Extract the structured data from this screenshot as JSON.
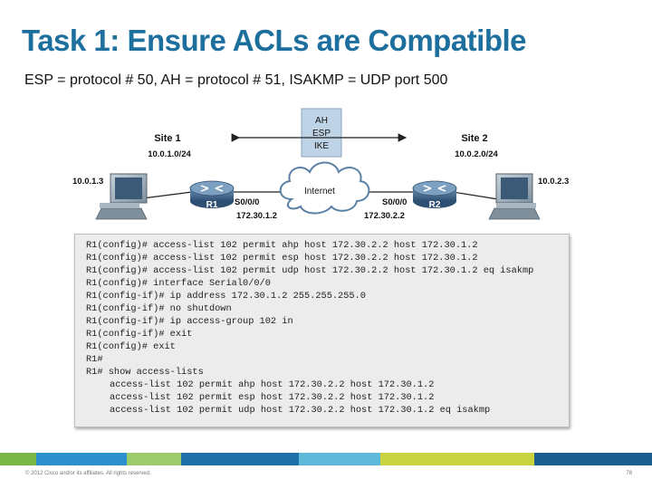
{
  "title": "Task 1: Ensure ACLs are Compatible",
  "subtitle": "ESP = protocol # 50, AH = protocol # 51, ISAKMP = UDP port 500",
  "diagram": {
    "protocols": [
      "AH",
      "ESP",
      "IKE"
    ],
    "site1": {
      "label": "Site 1",
      "network": "10.0.1.0/24",
      "host": "10.0.1.3"
    },
    "site2": {
      "label": "Site 2",
      "network": "10.0.2.0/24",
      "host": "10.0.2.3"
    },
    "cloud_label": "Internet",
    "r1": {
      "name": "R1",
      "interface": "S0/0/0",
      "ip": "172.30.1.2"
    },
    "r2": {
      "name": "R2",
      "interface": "S0/0/0",
      "ip": "172.30.2.2"
    }
  },
  "code_lines": [
    {
      "text": "R1(config)# access-list 102 permit ahp host 172.30.2.2 host 172.30.1.2",
      "indent": false
    },
    {
      "text": "R1(config)# access-list 102 permit esp host 172.30.2.2 host 172.30.1.2",
      "indent": false
    },
    {
      "text": "R1(config)# access-list 102 permit udp host 172.30.2.2 host 172.30.1.2 eq isakmp",
      "indent": false
    },
    {
      "text": "R1(config)# interface Serial0/0/0",
      "indent": false
    },
    {
      "text": "R1(config-if)# ip address 172.30.1.2 255.255.255.0",
      "indent": false
    },
    {
      "text": "R1(config-if)# no shutdown",
      "indent": false
    },
    {
      "text": "R1(config-if)# ip access-group 102 in",
      "indent": false
    },
    {
      "text": "R1(config-if)# exit",
      "indent": false
    },
    {
      "text": "R1(config)# exit",
      "indent": false
    },
    {
      "text": "R1#",
      "indent": false
    },
    {
      "text": "R1# show access-lists",
      "indent": false
    },
    {
      "text": "access-list 102 permit ahp host 172.30.2.2 host 172.30.1.2",
      "indent": true
    },
    {
      "text": "access-list 102 permit esp host 172.30.2.2 host 172.30.1.2",
      "indent": true
    },
    {
      "text": "access-list 102 permit udp host 172.30.2.2 host 172.30.1.2 eq isakmp",
      "indent": true
    }
  ],
  "footer": {
    "copyright": "© 2012 Cisco and/or its affiliates. All rights reserved.",
    "page_number": "78",
    "colors": [
      "#7ab648",
      "#2d8fcb",
      "#9ccb6b",
      "#1f6fa8",
      "#5eb9d9",
      "#c7d43f",
      "#1c5e8f"
    ]
  }
}
